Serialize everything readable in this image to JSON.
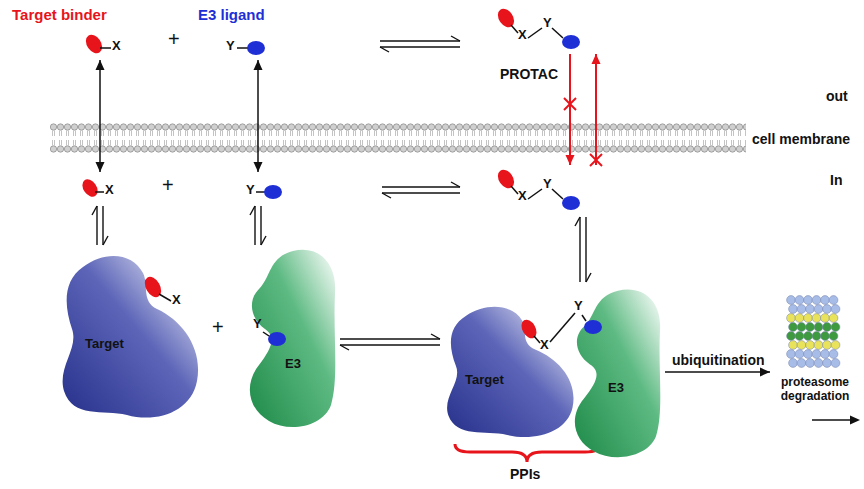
{
  "diagram": {
    "nodes": [
      {
        "text": [
          "Target binder",
          "X"
        ]
      },
      {
        "text": [
          "E3 ligand",
          "Y"
        ]
      },
      {
        "text": [
          "X",
          "Y"
        ]
      },
      {
        "text": [
          "X"
        ]
      },
      {
        "text": [
          "Y"
        ]
      },
      {
        "text": [
          "X",
          "Y"
        ]
      },
      {
        "text": [
          "Target",
          "X"
        ]
      },
      {
        "text": [
          "Y",
          "E3"
        ]
      },
      {
        "text": [
          "PPIs"
        ]
      },
      {
        "text": [
          "Target",
          "X"
        ],
        "in": 8
      },
      {
        "text": [
          "Y",
          "E3"
        ],
        "in": 8
      },
      {
        "text": [
          "proteasome degradation"
        ]
      }
    ],
    "edges": [
      {
        "from": 1,
        "to": 2,
        "arrow": "both"
      },
      {
        "from": 0,
        "to": 3,
        "arrow": "both"
      },
      {
        "from": 1,
        "to": 4,
        "arrow": "both"
      },
      {
        "from": 2,
        "to": 5,
        "arrow": "to",
        "label": "PROTAC"
      },
      {
        "from": 5,
        "to": 2,
        "arrow": "to"
      },
      {
        "from": 4,
        "to": 5,
        "arrow": "both"
      },
      {
        "from": 3,
        "to": 6,
        "arrow": "both"
      },
      {
        "from": 4,
        "to": 7,
        "arrow": "both"
      },
      {
        "from": 5,
        "to": 8,
        "arrow": "both"
      },
      {
        "from": 7,
        "to": 8,
        "arrow": "both"
      },
      {
        "from": 8,
        "to": 11,
        "arrow": "to",
        "label": "ubiquitination"
      }
    ],
    "labels": [
      "+",
      "+",
      "+",
      "out",
      "cell membrane",
      "In"
    ]
  }
}
